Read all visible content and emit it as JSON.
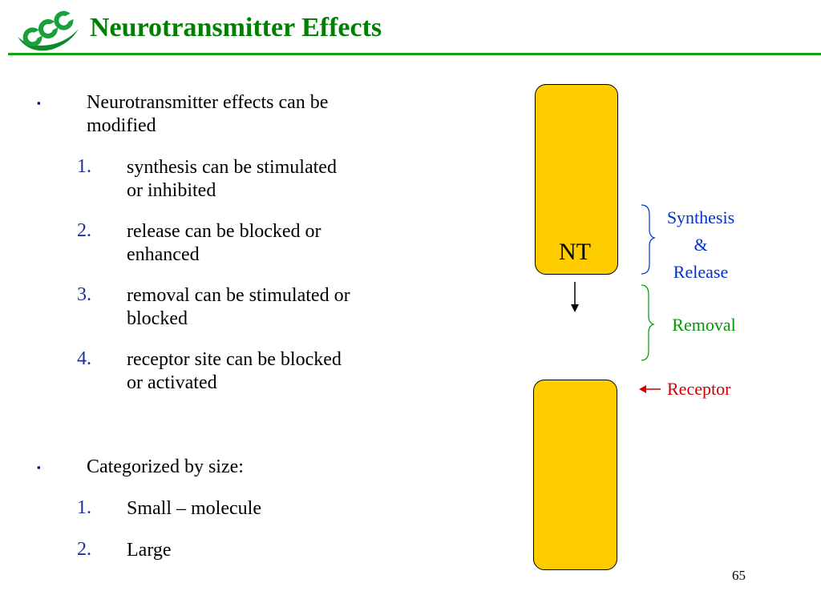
{
  "slide": {
    "title": "Neurotransmitter Effects",
    "page_number": "65"
  },
  "content": {
    "bullet1": {
      "marker": "▪",
      "line1": "Neurotransmitter effects can be",
      "line2": "modified",
      "items": [
        {
          "num": "1.",
          "line1": "synthesis can be stimulated",
          "line2": "or inhibited"
        },
        {
          "num": "2.",
          "line1": "release can be blocked or",
          "line2": "enhanced"
        },
        {
          "num": "3.",
          "line1": "removal can be stimulated or",
          "line2": "blocked"
        },
        {
          "num": "4.",
          "line1": "receptor site can be blocked",
          "line2": "or activated"
        }
      ]
    },
    "bullet2": {
      "marker": "▪",
      "text": "Categorized by size:",
      "items": [
        {
          "num": "1.",
          "text": "Small – molecule"
        },
        {
          "num": "2.",
          "text": "Large"
        }
      ]
    }
  },
  "diagram": {
    "nt_label": "NT",
    "synthesis_label": {
      "line1": "Synthesis",
      "line2": "&",
      "line3": "Release"
    },
    "removal_label": "Removal",
    "receptor_label": "Receptor",
    "colors": {
      "box_fill": "#ffcc00",
      "synthesis": "#0033cc",
      "removal": "#009900",
      "receptor": "#cc0000",
      "title": "#008000"
    }
  }
}
